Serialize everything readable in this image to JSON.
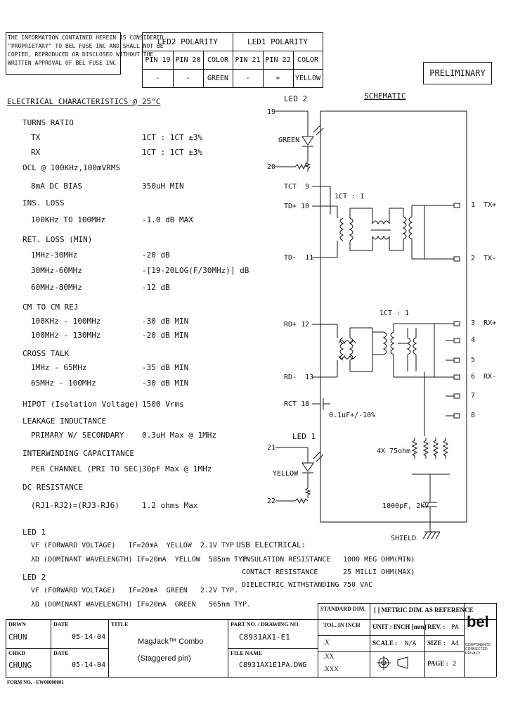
{
  "notice": [
    "THE INFORMATION CONTAINED HEREIN IS CONSIDERED",
    "\"PROPRIETARY\" TO BEL FUSE INC AND SHALL NOT BE",
    "COPIED, REPRODUCED OR DISCLOSED WITHOUT THE",
    "WRITTEN APPROVAL OF BEL FUSE INC"
  ],
  "led_table": {
    "led2_header": "LED2 POLARITY",
    "led1_header": "LED1 POLARITY",
    "columns": [
      "PIN 19",
      "PIN 20",
      "COLOR",
      "PIN 21",
      "PIN 22",
      "COLOR"
    ],
    "values": [
      "-",
      "-",
      "GREEN",
      "-",
      "+",
      "YELLOW"
    ]
  },
  "status": "PRELIMINARY",
  "electrical_title": "ELECTRICAL CHARACTERISTICS @ 25°C",
  "specs": [
    {
      "label": "TURNS RATIO",
      "value": "",
      "indent": 1
    },
    {
      "label": "TX",
      "value": "1CT : 1CT ±3%",
      "indent": 2
    },
    {
      "label": "RX",
      "value": "1CT : 1CT ±3%",
      "indent": 2
    },
    {
      "label": "OCL @ 100KHz,100mVRMS",
      "value": "",
      "indent": 1
    },
    {
      "label": "8mA DC BIAS",
      "value": "350uH MIN",
      "indent": 2
    },
    {
      "label": "INS. LOSS",
      "value": "",
      "indent": 1
    },
    {
      "label": "100KHz TO 100MHz",
      "value": "-1.0 dB MAX",
      "indent": 2
    },
    {
      "label": "RET. LOSS (MIN)",
      "value": "",
      "indent": 1
    },
    {
      "label": "1MHz-30MHz",
      "value": "-20 dB",
      "indent": 2
    },
    {
      "label": "30MHz-60MHz",
      "value": "-[19-20LOG(F/30MHz)] dB",
      "indent": 2
    },
    {
      "label": "60MHz-80MHz",
      "value": "-12 dB",
      "indent": 2
    },
    {
      "label": "CM TO CM REJ",
      "value": "",
      "indent": 1
    },
    {
      "label": "100KHz - 100MHz",
      "value": "-30 dB MIN",
      "indent": 2
    },
    {
      "label": "100MHz - 130MHz",
      "value": "-20 dB MIN",
      "indent": 2
    },
    {
      "label": "CROSS TALK",
      "value": "",
      "indent": 1
    },
    {
      "label": "1MHz - 65MHz",
      "value": "-35 dB MIN",
      "indent": 2
    },
    {
      "label": "65MHz - 100MHz",
      "value": "-30 dB MIN",
      "indent": 2
    },
    {
      "label": "HIPOT (Isolation Voltage)",
      "value": "1500 Vrms",
      "indent": 1
    },
    {
      "label": "LEAKAGE INDUCTANCE",
      "value": "",
      "indent": 1
    },
    {
      "label": "PRIMARY W/ SECONDARY",
      "value": "0.3uH Max @ 1MHz",
      "indent": 2
    },
    {
      "label": "INTERWINDING CAPACITANCE",
      "value": "",
      "indent": 1
    },
    {
      "label": "PER CHANNEL (PRI TO SEC)",
      "value": "30pF Max @ 1MHz",
      "indent": 2
    },
    {
      "label": "DC RESISTANCE",
      "value": "",
      "indent": 1
    },
    {
      "label": "(RJ1-RJ2)=(RJ3-RJ6)",
      "value": "1.2 ohms Max",
      "indent": 2
    }
  ],
  "led1": {
    "title": "LED 1",
    "rows": [
      "VF (FORWARD VOLTAGE)   IF=20mA  YELLOW  2.1V TYP",
      "λD (DOMINANT WAVELENGTH) IF=20mA  YELLOW  585nm TYP."
    ]
  },
  "led2": {
    "title": "LED 2",
    "rows": [
      "VF (FORWARD VOLTAGE)   IF=20mA  GREEN   2.2V TYP.",
      "λD (DOMINANT WAVELENGTH) IF=20mA  GREEN   565nm TYP."
    ]
  },
  "usb": {
    "title": "USB ELECTRICAL:",
    "rows": [
      {
        "label": "INSULATION RESISTANCE",
        "value": "1000 MEG OHM(MIN)"
      },
      {
        "label": "CONTACT RESISTANCE",
        "value": "25 MILLI OHM(MAX)"
      },
      {
        "label": "DIELECTRIC WITHSTANDING",
        "value": "750 VAC"
      }
    ]
  },
  "schematic": {
    "title": "SCHEMATIC",
    "led2_label": "LED 2",
    "led1_label": "LED 1",
    "green": "GREEN",
    "yellow": "YELLOW",
    "pins_left": [
      "19",
      "20",
      "TCT  9",
      "TD+ 10",
      "TD-  11",
      "RD+ 12",
      "RD-  13",
      "RCT 18",
      "21",
      "22"
    ],
    "pins_right": [
      "1  TX+",
      "2  TX-",
      "3  RX+",
      "4",
      "5",
      "6  RX-",
      "7",
      "8"
    ],
    "ratio_top": "1CT : 1",
    "ratio_bottom": "1CT : 1",
    "cap1": "0.1uF+/-10%",
    "resistors": "4X 75ohm",
    "cap2": "1000pF, 2kV",
    "shield": "SHIELD"
  },
  "title_block": {
    "standard_dim": "STANDARD DIM.",
    "tol_in_inch": "TOL. IN INCH",
    "metric_note": "[ ] METRIC DIM. AS REFERENCE",
    "tol_x": ".X",
    "tol_xx": ".XX",
    "tol_xxx": ".XXX",
    "unit_label": "UNIT : INCH [mm]",
    "rev_label": "REV. :",
    "rev_value": "PA",
    "scale_label": "SCALE :",
    "scale_value": "N/A",
    "size_label": "SIZE :",
    "size_value": "A4",
    "page_label": "PAGE :",
    "page_value": "2",
    "drwn_label": "DRWN",
    "drwn_name": "CHUN",
    "date_label": "DATE",
    "drwn_date": "05-14-04",
    "chkd_label": "CHKD",
    "chkd_name": "CHUNG",
    "chkd_date": "05-14-04",
    "title_label": "TITLE",
    "title_line1": "MagJack™ Combo",
    "title_line2": "(Staggered pin)",
    "part_label": "PART NO. / DRAWING NO.",
    "part_value": "C8931AX1-E1",
    "file_label": "FILE NAME",
    "file_value": "C8931AX1E1PA.DWG",
    "logo": "bel",
    "logo_tag": "COMPONENTS CONNECTED PRIVACY"
  },
  "form_no": "FORM NO. - EW00000001"
}
